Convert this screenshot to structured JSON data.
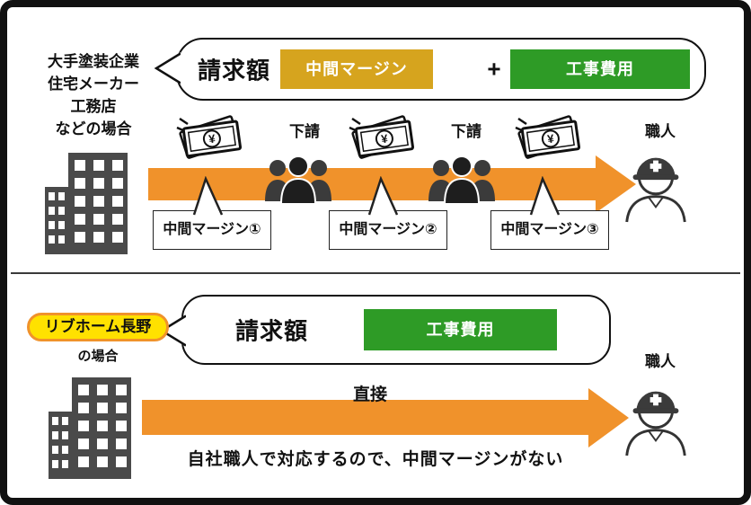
{
  "colors": {
    "arrow_orange": "#F0922B",
    "margin_gold": "#D6A41E",
    "cost_green": "#2E9B26",
    "badge_yellow": "#FFE100",
    "building_gray": "#4A4A4A",
    "ink": "#111111"
  },
  "icons": {
    "yen_symbol": "¥"
  },
  "top_section": {
    "audience_lines": [
      "大手塗装企業",
      "住宅メーカー",
      "工務店",
      "などの場合"
    ],
    "invoice_label": "請求額",
    "middle_margin_label": "中間マージン",
    "plus_sign": "+",
    "construction_cost_label": "工事費用",
    "subcontractor_labels": [
      "下請",
      "下請"
    ],
    "craftsman_label": "職人",
    "margin_callouts": [
      "中間マージン①",
      "中間マージン②",
      "中間マージン③"
    ]
  },
  "bottom_section": {
    "company_name": "リブホーム長野",
    "case_label": "の場合",
    "invoice_label": "請求額",
    "construction_cost_label": "工事費用",
    "direct_label": "直接",
    "craftsman_label": "職人",
    "note": "自社職人で対応するので、中間マージンがない"
  }
}
